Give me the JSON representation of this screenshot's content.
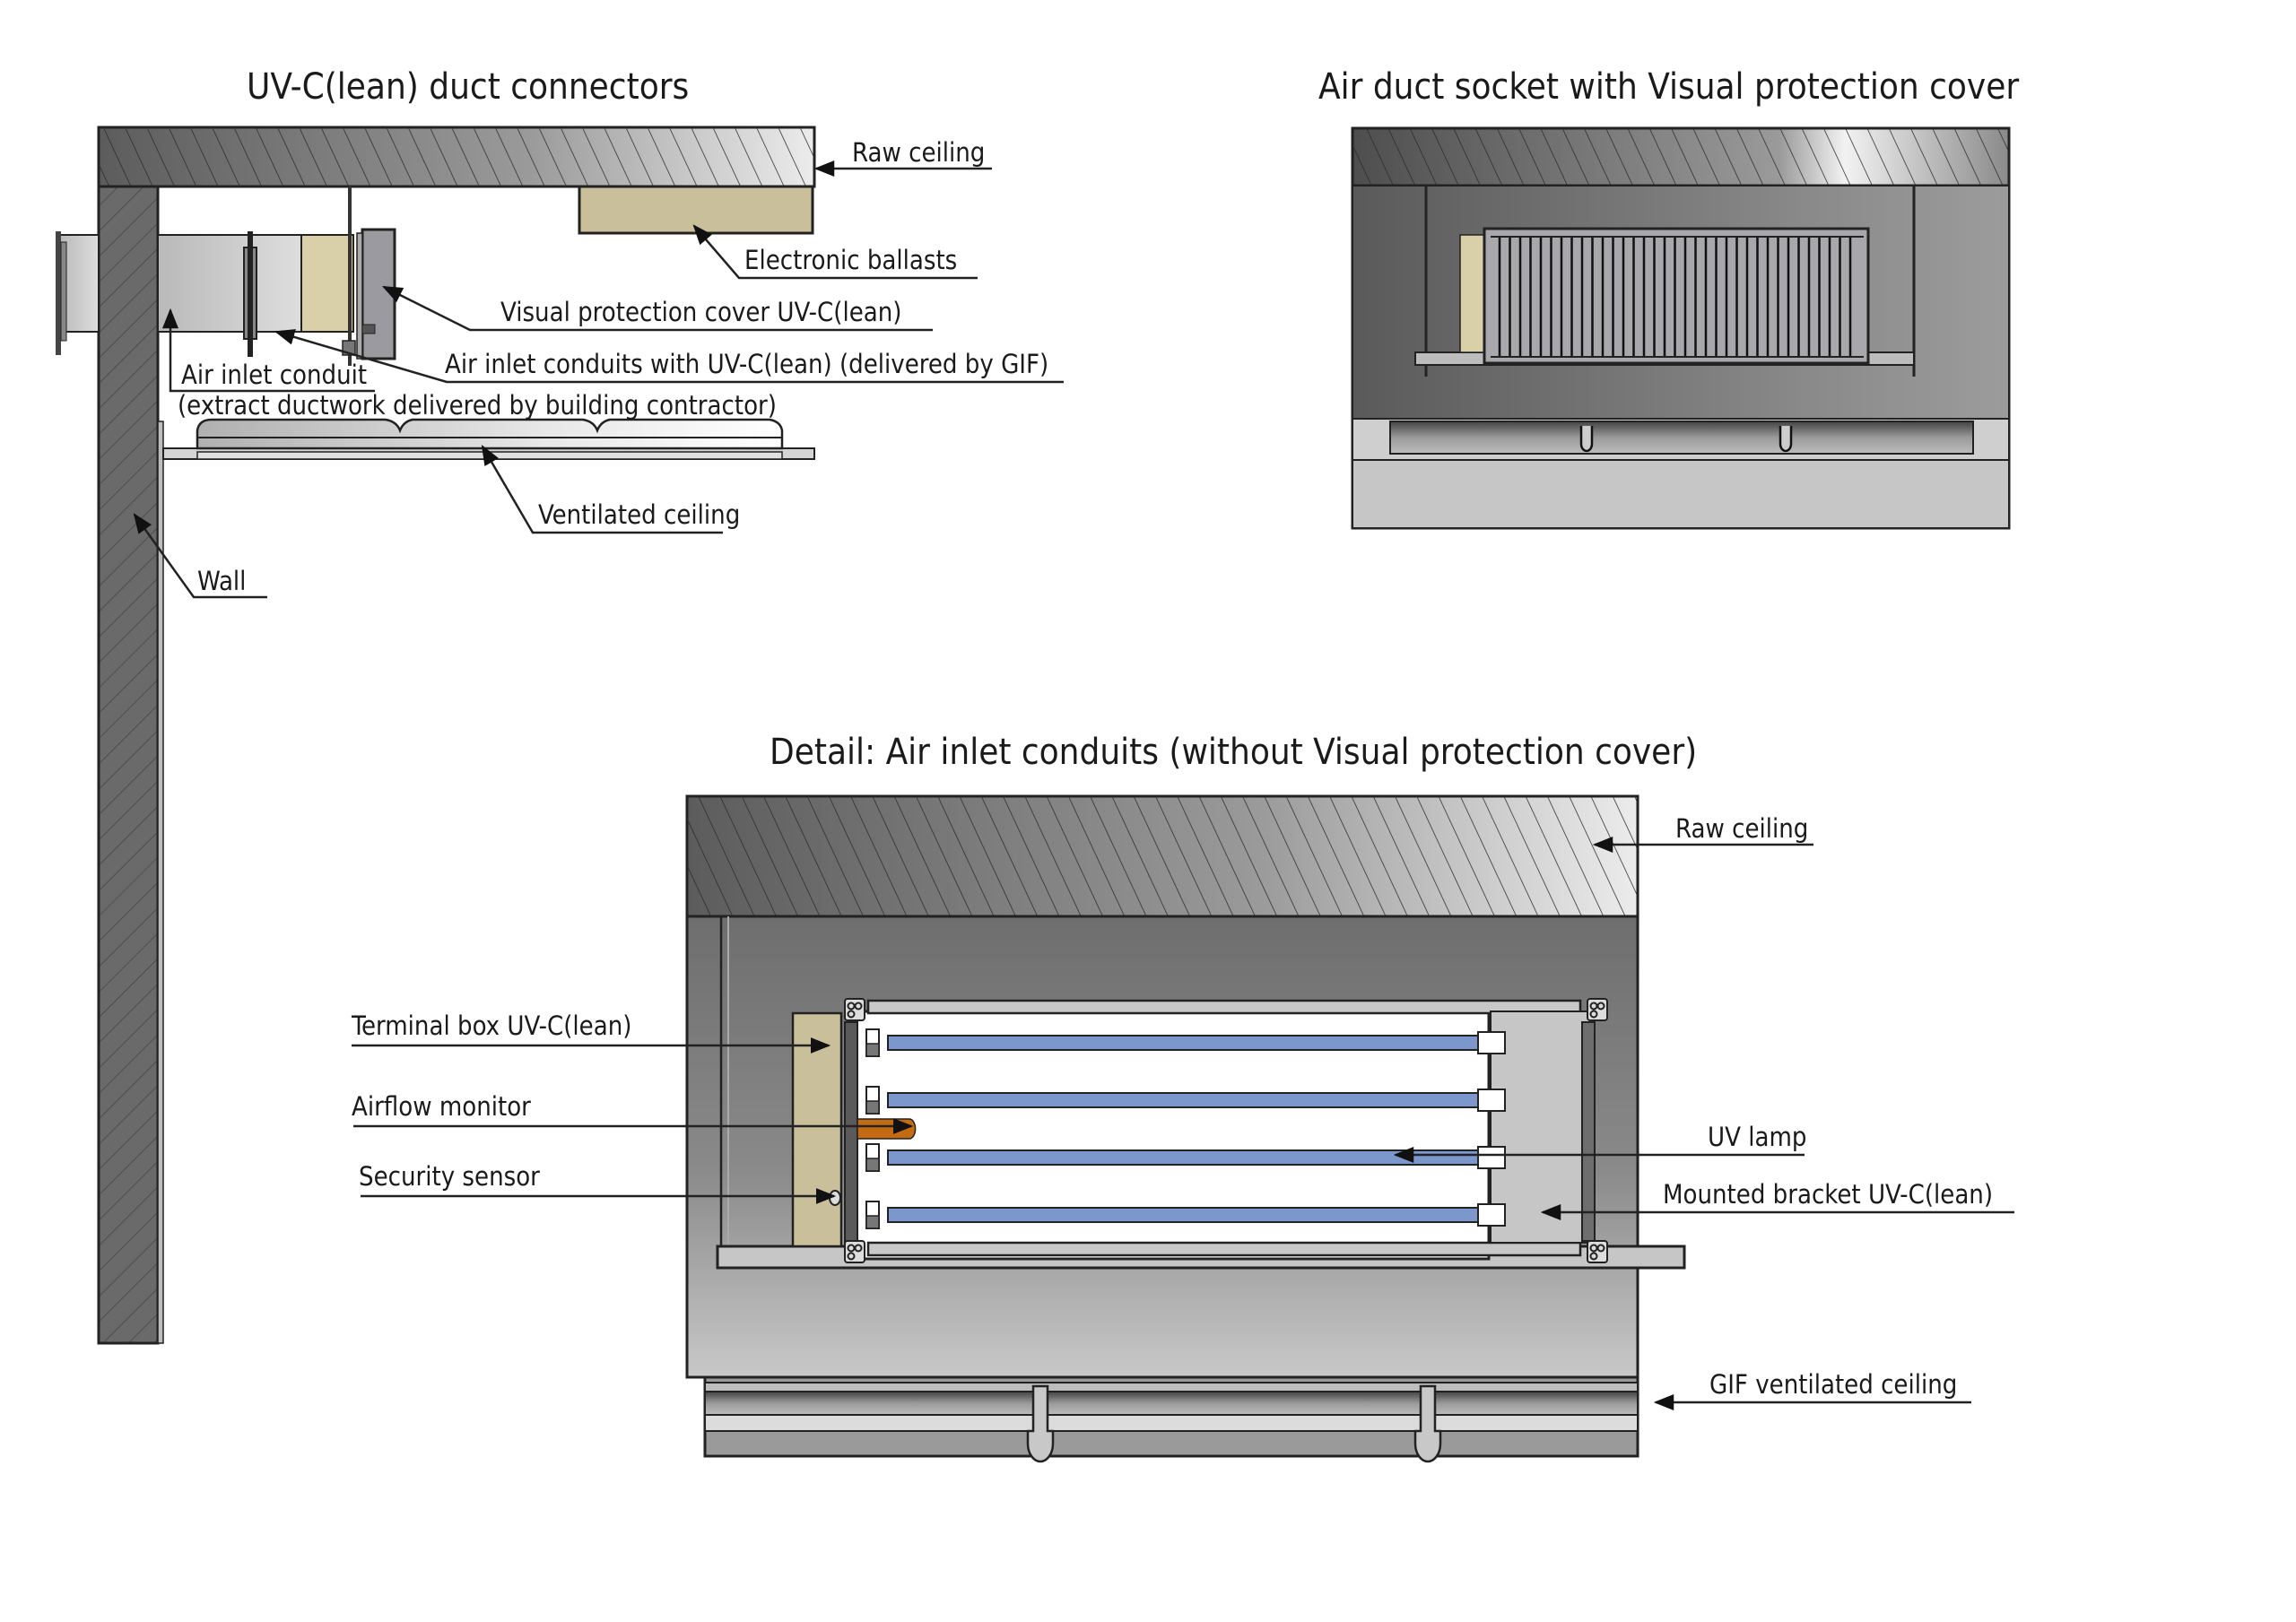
{
  "views": {
    "duct_connectors": {
      "title": "UV-C(lean) duct connectors",
      "labels": {
        "raw_ceiling": "Raw ceiling",
        "electronic_ballasts": "Electronic ballasts",
        "visual_protection_cover": "Visual protection cover UV-C(lean)",
        "air_inlet_conduits_uvc": "Air inlet conduits with UV-C(lean) (delivered by GIF)",
        "air_inlet_conduit": "Air inlet conduit",
        "air_inlet_conduit_note": "(extract ductwork delivered by building contractor)",
        "ventilated_ceiling": "Ventilated ceiling",
        "wall": "Wall"
      }
    },
    "air_duct_socket": {
      "title": "Air duct socket with Visual protection cover"
    },
    "detail": {
      "title": "Detail: Air inlet conduits (without Visual protection cover)",
      "labels": {
        "raw_ceiling": "Raw ceiling",
        "terminal_box": "Terminal box UV-C(lean)",
        "airflow_monitor": "Airflow monitor",
        "security_sensor": "Security sensor",
        "uv_lamp": "UV lamp",
        "mounted_bracket": "Mounted bracket UV-C(lean)",
        "gif_ventilated_ceiling": "GIF ventilated ceiling"
      },
      "lamp_count": 4
    }
  },
  "colors": {
    "ceiling_dark": "#5f5f5f",
    "ceiling_light": "#e6e6e6",
    "wall": "#6a6a6a",
    "ballast": "#c9bf9b",
    "filter": "#d9cfa8",
    "uv_lamp": "#7b97cc",
    "airflow_monitor": "#c46a12",
    "bracket": "#c6c6c6",
    "cavity": "#6e6e6e"
  }
}
